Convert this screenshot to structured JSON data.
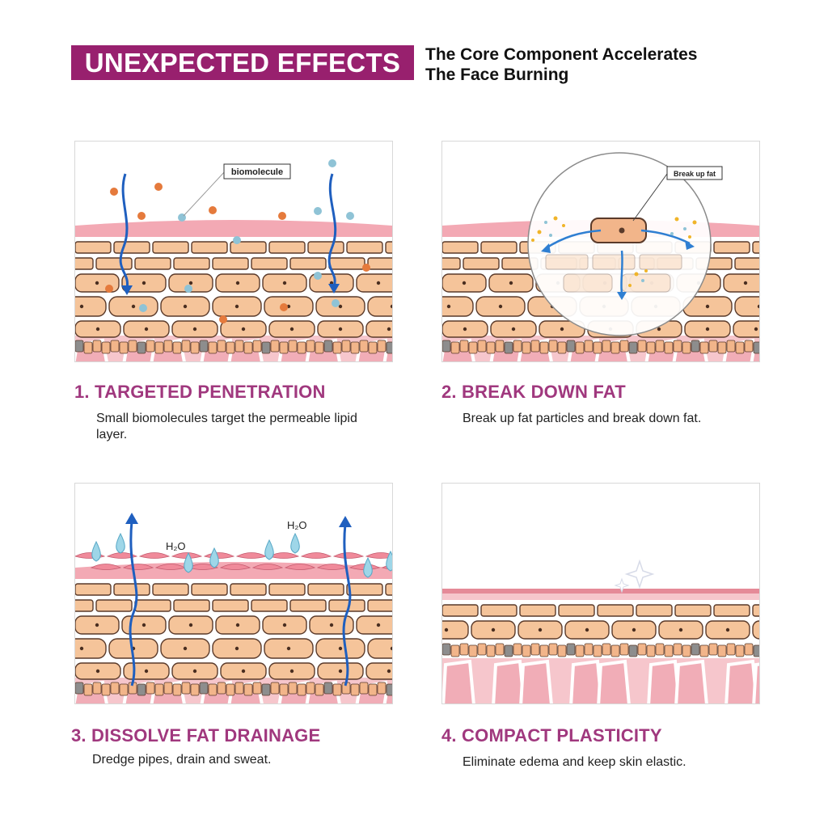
{
  "header": {
    "banner": "UNEXPECTED EFFECTS",
    "subtitle_line1": "The Core Component Accelerates",
    "subtitle_line2": "The Face Burning"
  },
  "colors": {
    "banner_bg": "#98206e",
    "step_title": "#a0387e",
    "cell_fill": "#f5c49a",
    "cell_stroke": "#5a3a2a",
    "fat_pink": "#f6c6cc",
    "arrow_blue": "#1f5fbf"
  },
  "steps": [
    {
      "title": "1. TARGETED PENETRATION",
      "desc": "Small biomolecules target the permeable lipid layer.",
      "label": "biomolecule"
    },
    {
      "title": "2. BREAK DOWN FAT",
      "desc": "Break up fat particles and break down fat.",
      "label": "Break up fat"
    },
    {
      "title": "3. DISSOLVE FAT DRAINAGE",
      "desc": "Dredge pipes, drain and sweat.",
      "label": "H₂O"
    },
    {
      "title": "4. COMPACT PLASTICITY",
      "desc": "Eliminate edema and keep skin elastic.",
      "label": ""
    }
  ]
}
